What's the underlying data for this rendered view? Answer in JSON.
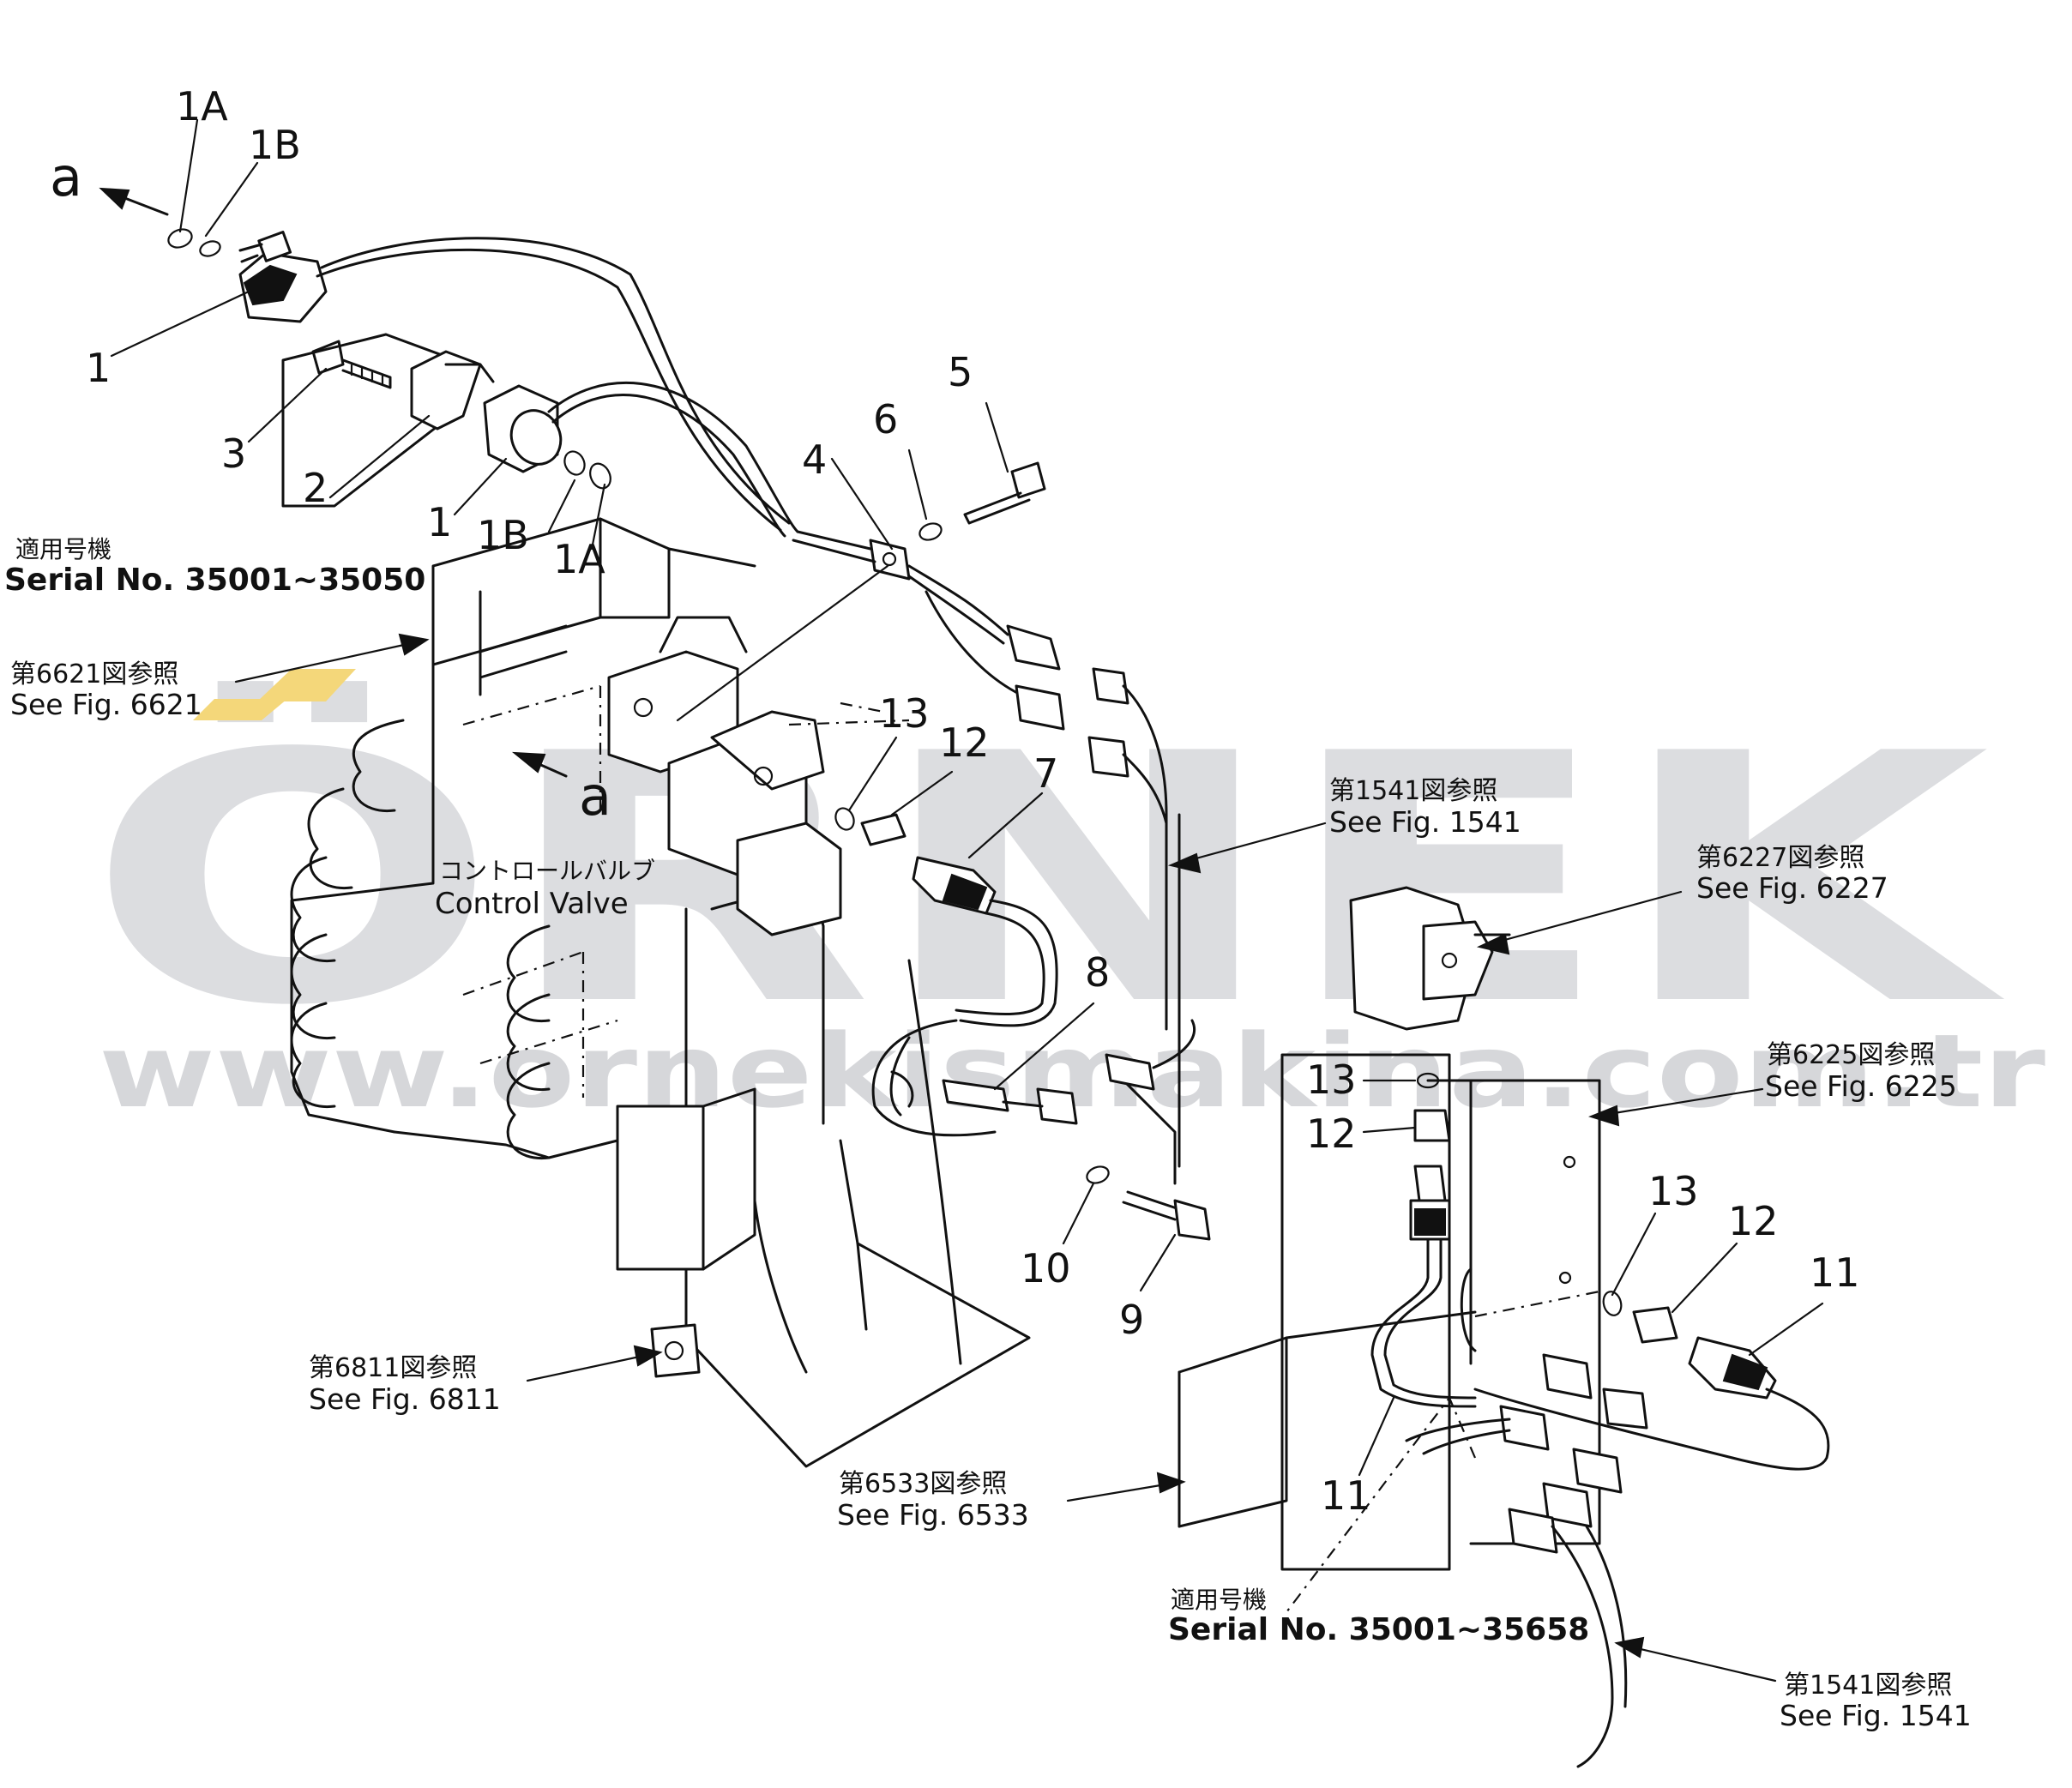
{
  "watermark": {
    "brand": "ÖRNEK",
    "url": "www.ornekismakina.com.tr"
  },
  "title_jp": "コントロールバルブ",
  "title_en": "Control Valve",
  "view_arrow_top": "a",
  "view_arrow_mid": "a",
  "serial_top": {
    "jp": "適用号機",
    "en": "Serial No. 35001~35050"
  },
  "serial_bottom": {
    "jp": "適用号機",
    "en": "Serial No. 35001~35658"
  },
  "references": [
    {
      "jp": "第6621図参照",
      "en": "See Fig. 6621"
    },
    {
      "jp": "第1541図参照",
      "en": "See Fig. 1541"
    },
    {
      "jp": "第6227図参照",
      "en": "See Fig. 6227"
    },
    {
      "jp": "第6225図参照",
      "en": "See Fig. 6225"
    },
    {
      "jp": "第6811図参照",
      "en": "See Fig. 6811"
    },
    {
      "jp": "第6533図参照",
      "en": "See Fig. 6533"
    },
    {
      "jp": "第1541図参照",
      "en": "See Fig. 1541"
    }
  ],
  "callouts": {
    "c1a_top": "1A",
    "c1b_top": "1B",
    "c1_top": "1",
    "c3": "3",
    "c2": "2",
    "c1_mid": "1",
    "c1b_mid": "1B",
    "c1a_mid": "1A",
    "c4": "4",
    "c5": "5",
    "c6": "6",
    "c13_a": "13",
    "c12_a": "12",
    "c7": "7",
    "c8": "8",
    "c10": "10",
    "c9": "9",
    "c13_b": "13",
    "c12_b": "12",
    "c13_c": "13",
    "c12_c": "12",
    "c11_a": "11",
    "c11_b": "11"
  }
}
